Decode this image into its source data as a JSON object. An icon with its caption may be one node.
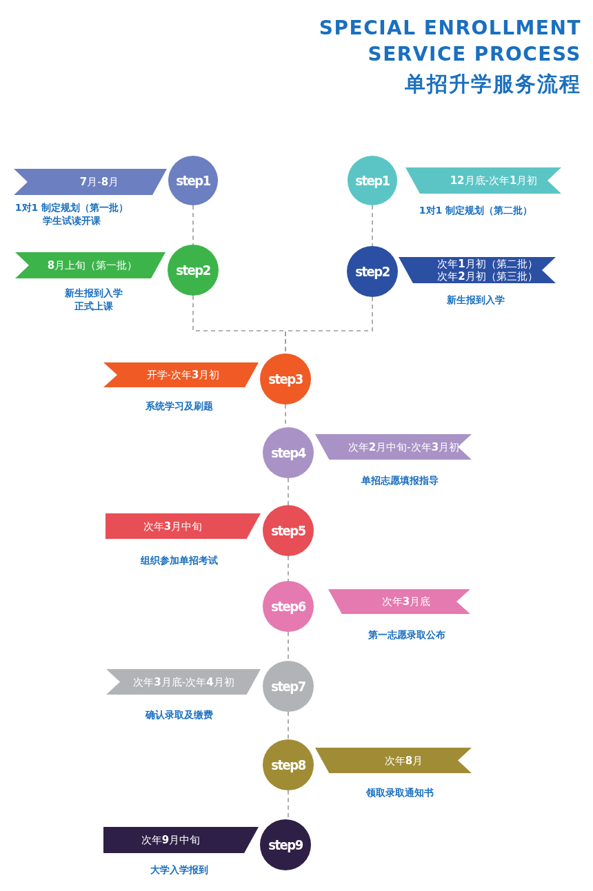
{
  "diagram": {
    "title": "SPECIAL ENROLLMENT SERVICE PROCESS",
    "nodes": [
      {
        "text": [
          "**7**月-**8**月"
        ],
        "beside": [
          "1对1 制定规划（第一批）学生试读开课"
        ]
      },
      {
        "text": [
          "step1"
        ]
      },
      {
        "text": [
          "step1"
        ]
      },
      {
        "text": [
          "**12**月底-次年**1**月初"
        ],
        "beside": [
          "1对1 制定规划（第二批）"
        ]
      },
      {
        "text": [
          "**8**月上旬（第一批）"
        ],
        "beside": [
          "新生报到入学正式上课"
        ]
      },
      {
        "text": [
          "step2"
        ]
      },
      {
        "text": [
          "step2"
        ]
      },
      {
        "text": [
          "次年**1**月初（第二批）次年**2**月初（第三批）"
        ],
        "beside": [
          "新生报到入学"
        ]
      },
      {
        "text": [
          "开学-次年**3**月初"
        ],
        "beside": [
          "系统学习及刷题"
        ]
      },
      {
        "text": [
          "step3"
        ]
      },
      {
        "text": [
          "step4"
        ]
      },
      {
        "text": [
          "次年**2**月中旬-次年**3**月初"
        ],
        "beside": [
          "单招志愿填报指导"
        ]
      },
      {
        "text": [
          "次年**3**月中旬"
        ],
        "beside": [
          "组织参加单招考试"
        ]
      },
      {
        "text": [
          "step5"
        ]
      },
      {
        "text": [
          "step6"
        ]
      },
      {
        "text": [
          "次年**3**月底"
        ],
        "beside": [
          "第一志愿录取公布"
        ]
      },
      {
        "text": [
          "次年**3**月底-次年**4**月初"
        ],
        "beside": [
          "确认录取及缴费"
        ]
      },
      {
        "text": [
          "step7"
        ]
      },
      {
        "text": [
          "step8"
        ]
      },
      {
        "text": [
          "次年**8**月"
        ],
        "beside": [
          "领取录取通知书"
        ]
      },
      {
        "text": [
          "次年**9**月中旬"
        ],
        "beside": [
          "大学入学报到"
        ]
      },
      {
        "text": [
          "step9"
        ]
      }
    ],
    "edges": [
      {
        "from": 1,
        "to": 5,
        "arrow": "none",
        "style": "dashed"
      },
      {
        "from": 2,
        "to": 6,
        "arrow": "none",
        "style": "dashed"
      },
      {
        "from": 5,
        "to": 9,
        "arrow": "none",
        "style": "dashed"
      },
      {
        "from": 6,
        "to": 9,
        "arrow": "none",
        "style": "dashed"
      },
      {
        "from": 9,
        "to": 10,
        "arrow": "none",
        "style": "dashed"
      },
      {
        "from": 10,
        "to": 13,
        "arrow": "none",
        "style": "dashed"
      },
      {
        "from": 13,
        "to": 14,
        "arrow": "none",
        "style": "dashed"
      },
      {
        "from": 14,
        "to": 17,
        "arrow": "none",
        "style": "dashed"
      },
      {
        "from": 17,
        "to": 18,
        "arrow": "none",
        "style": "dashed"
      },
      {
        "from": 18,
        "to": 21,
        "arrow": "none",
        "style": "dashed"
      }
    ],
    "labels": [
      "单招升学服务流程"
    ]
  }
}
